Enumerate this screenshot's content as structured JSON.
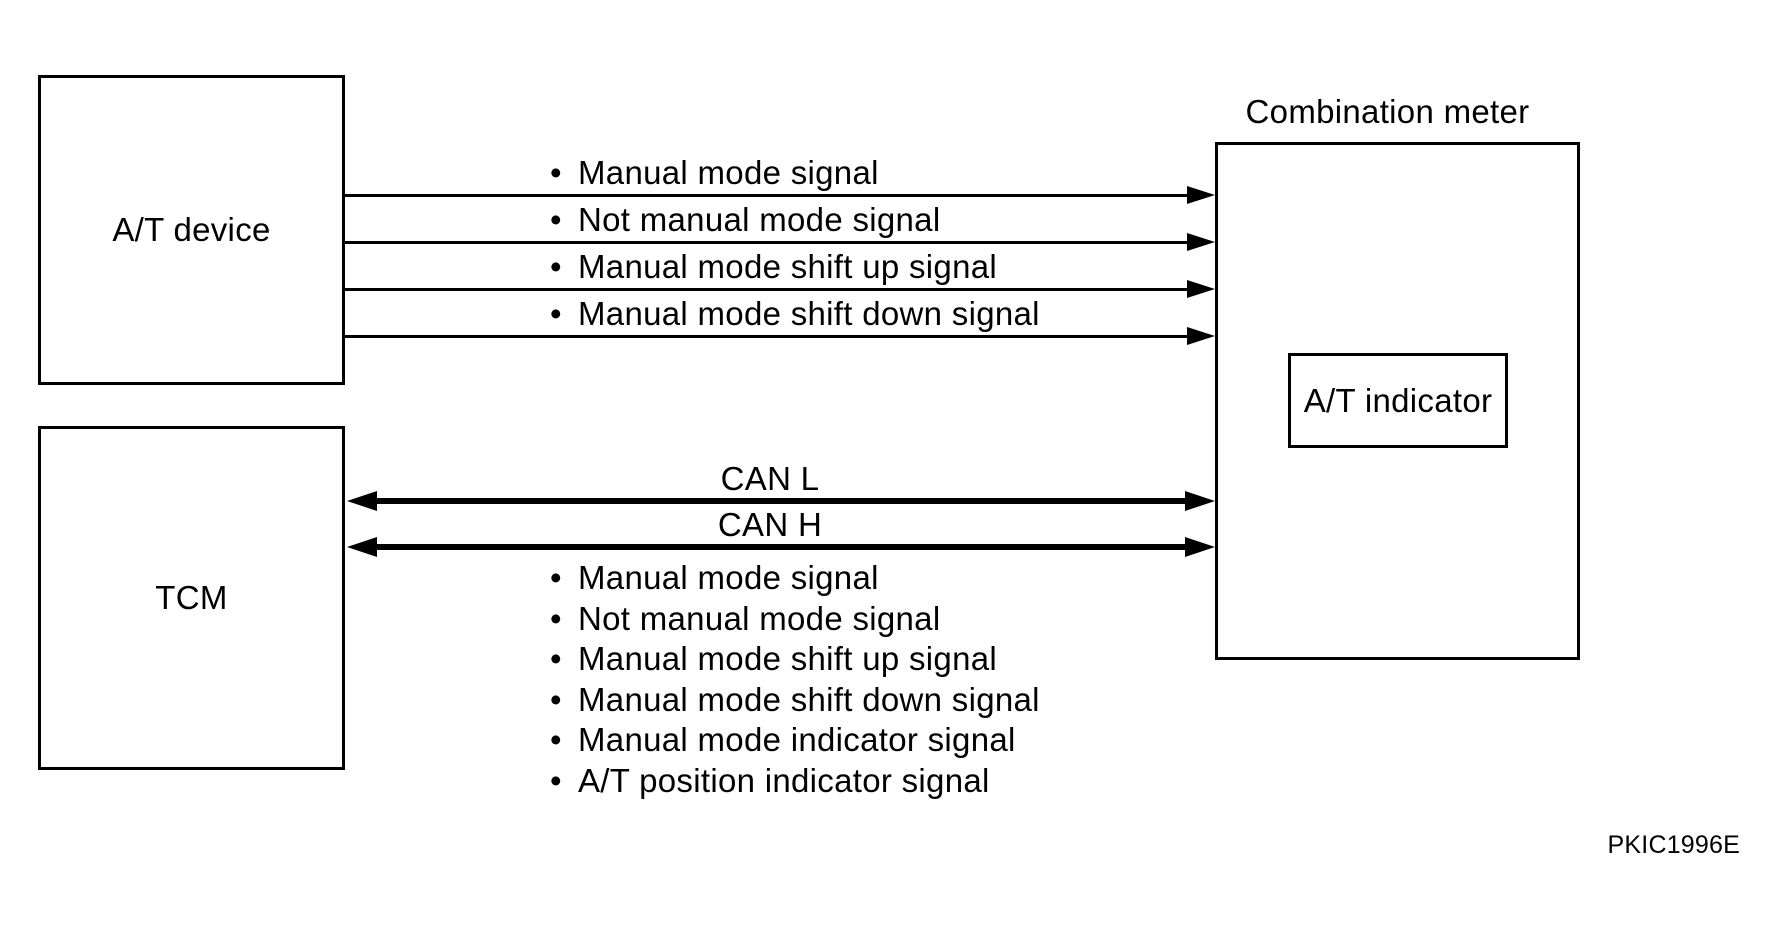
{
  "diagram": {
    "background_color": "#ffffff",
    "line_color": "#000000",
    "bullet": "•",
    "figure_code": "PKIC1996E",
    "boxes": {
      "at_device": {
        "label": "A/T device"
      },
      "tcm": {
        "label": "TCM"
      },
      "combination_meter": {
        "title": "Combination meter"
      },
      "at_indicator": {
        "label": "A/T indicator"
      }
    },
    "at_device_signals": [
      "Manual mode signal",
      "Not manual mode signal",
      "Manual mode shift up signal",
      "Manual mode shift down signal"
    ],
    "can_bus": {
      "lines": [
        "CAN L",
        "CAN H"
      ]
    },
    "tcm_signals": [
      "Manual mode signal",
      "Not manual mode signal",
      "Manual mode shift up signal",
      "Manual mode shift down signal",
      "Manual mode indicator signal",
      "A/T position indicator signal"
    ]
  }
}
